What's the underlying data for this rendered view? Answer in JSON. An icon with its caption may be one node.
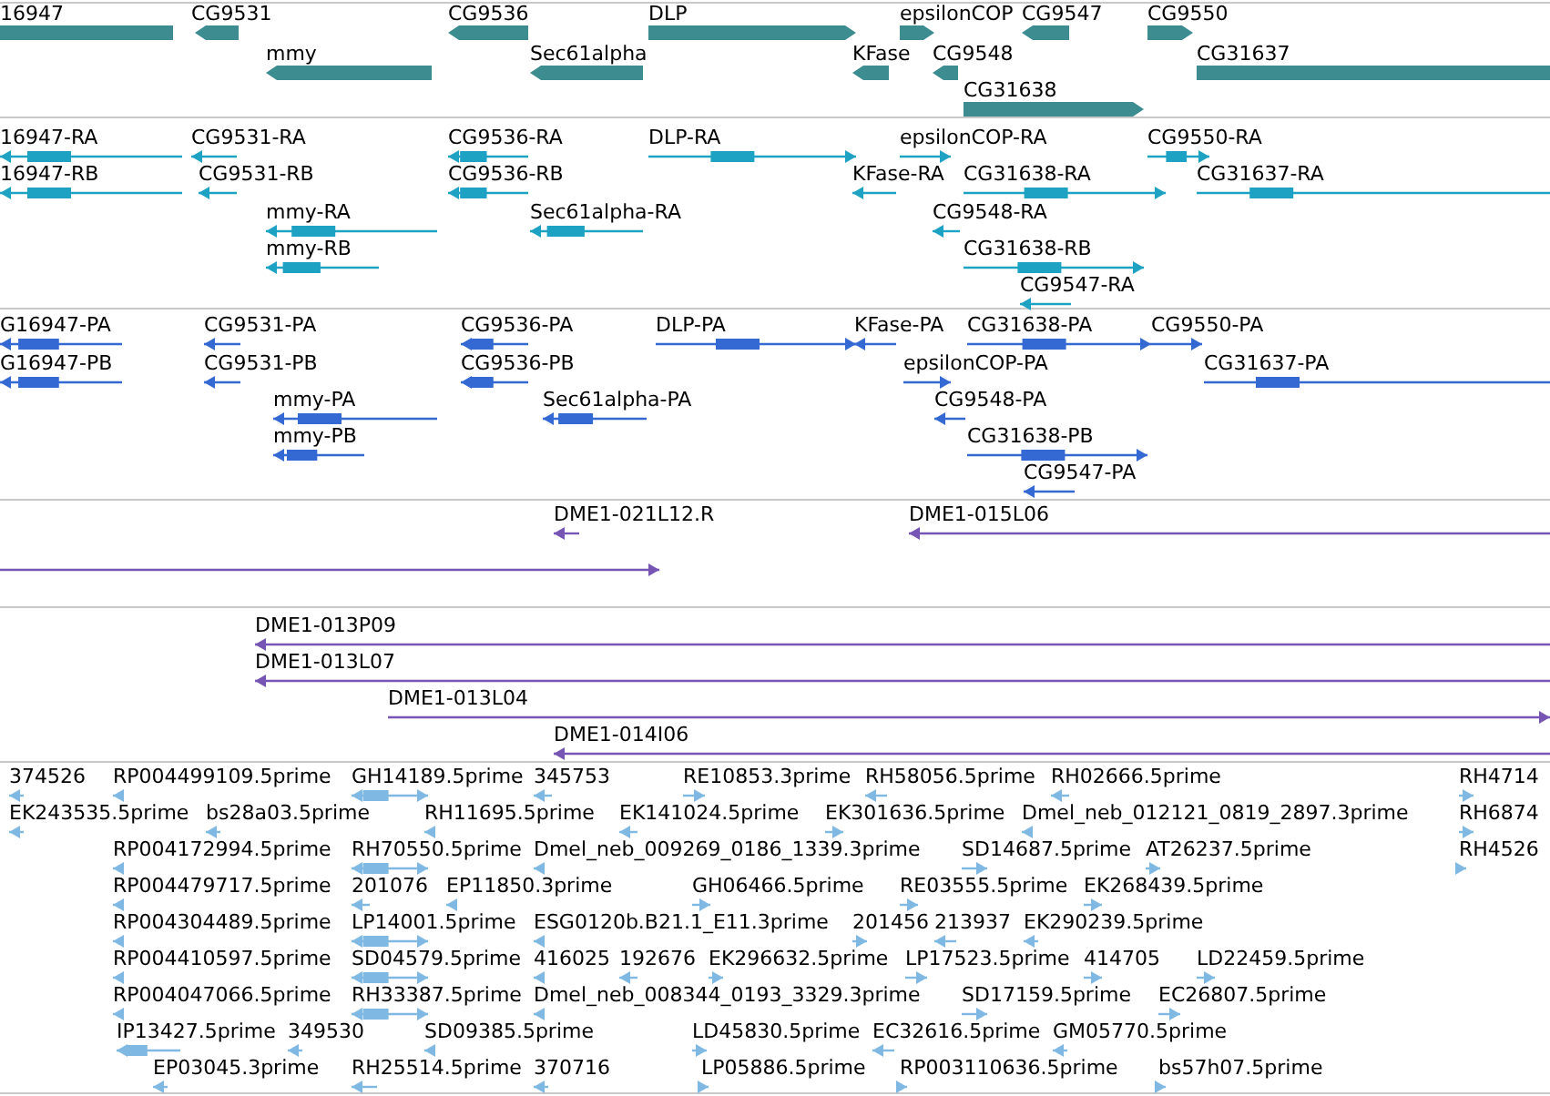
{
  "diagram": {
    "labels": [
      "16947",
      "CG9531",
      "CG9536",
      "DLP",
      "epsilonCOP",
      "CG9547",
      "CG9550",
      "mmy",
      "Sec61alpha",
      "KFase",
      "CG9548",
      "CG31637",
      "CG31638",
      "16947-RA",
      "CG9531-RA",
      "CG9536-RA",
      "DLP-RA",
      "epsilonCOP-RA",
      "CG9550-RA",
      "16947-RB",
      "CG9531-RB",
      "CG9536-RB",
      "KFase-RA",
      "CG31638-RA",
      "CG31637-RA",
      "mmy-RA",
      "Sec61alpha-RA",
      "CG9548-RA",
      "mmy-RB",
      "CG31638-RB",
      "CG9547-RA",
      "G16947-PA",
      "CG9531-PA",
      "CG9536-PA",
      "DLP-PA",
      "KFase-PA",
      "CG31638-PA",
      "CG9550-PA",
      "G16947-PB",
      "CG9531-PB",
      "CG9536-PB",
      "epsilonCOP-PA",
      "CG31637-PA",
      "mmy-PA",
      "Sec61alpha-PA",
      "CG9548-PA",
      "mmy-PB",
      "CG31638-PB",
      "CG9547-PA",
      "DME1-021L12.R",
      "DME1-015L06",
      "DME1-013P09",
      "DME1-013L07",
      "DME1-013L04",
      "DME1-014I06",
      "374526",
      "RP004499109.5prime",
      "GH14189.5prime",
      "345753",
      "RE10853.3prime",
      "RH58056.5prime",
      "RH02666.5prime",
      "RH4714",
      "EK243535.5prime",
      "bs28a03.5prime",
      "RH11695.5prime",
      "EK141024.5prime",
      "EK301636.5prime",
      "Dmel_neb_012121_0819_2897.3prime",
      "RH6874",
      "RP004172994.5prime",
      "RH70550.5prime",
      "Dmel_neb_009269_0186_1339.3prime",
      "SD14687.5prime",
      "AT26237.5prime",
      "RH4526",
      "RP004479717.5prime",
      "201076",
      "EP11850.3prime",
      "GH06466.5prime",
      "RE03555.5prime",
      "EK268439.5prime",
      "RP004304489.5prime",
      "LP14001.5prime",
      "ESG0120b.B21.1_E11.3prime",
      "201456",
      "213937",
      "EK290239.5prime",
      "RP004410597.5prime",
      "SD04579.5prime",
      "416025",
      "192676",
      "EK296632.5prime",
      "LP17523.5prime",
      "414705",
      "LD22459.5prime",
      "RP004047066.5prime",
      "RH33387.5prime",
      "Dmel_neb_008344_0193_3329.3prime",
      "SD17159.5prime",
      "EC26807.5prime",
      "IP13427.5prime",
      "349530",
      "SD09385.5prime",
      "LD45830.5prime",
      "EC32616.5prime",
      "GM05770.5prime",
      "EP03045.3prime",
      "RH25514.5prime",
      "370716",
      "LP05886.5prime",
      "RP003110636.5prime",
      "bs57h07.5prime"
    ]
  }
}
